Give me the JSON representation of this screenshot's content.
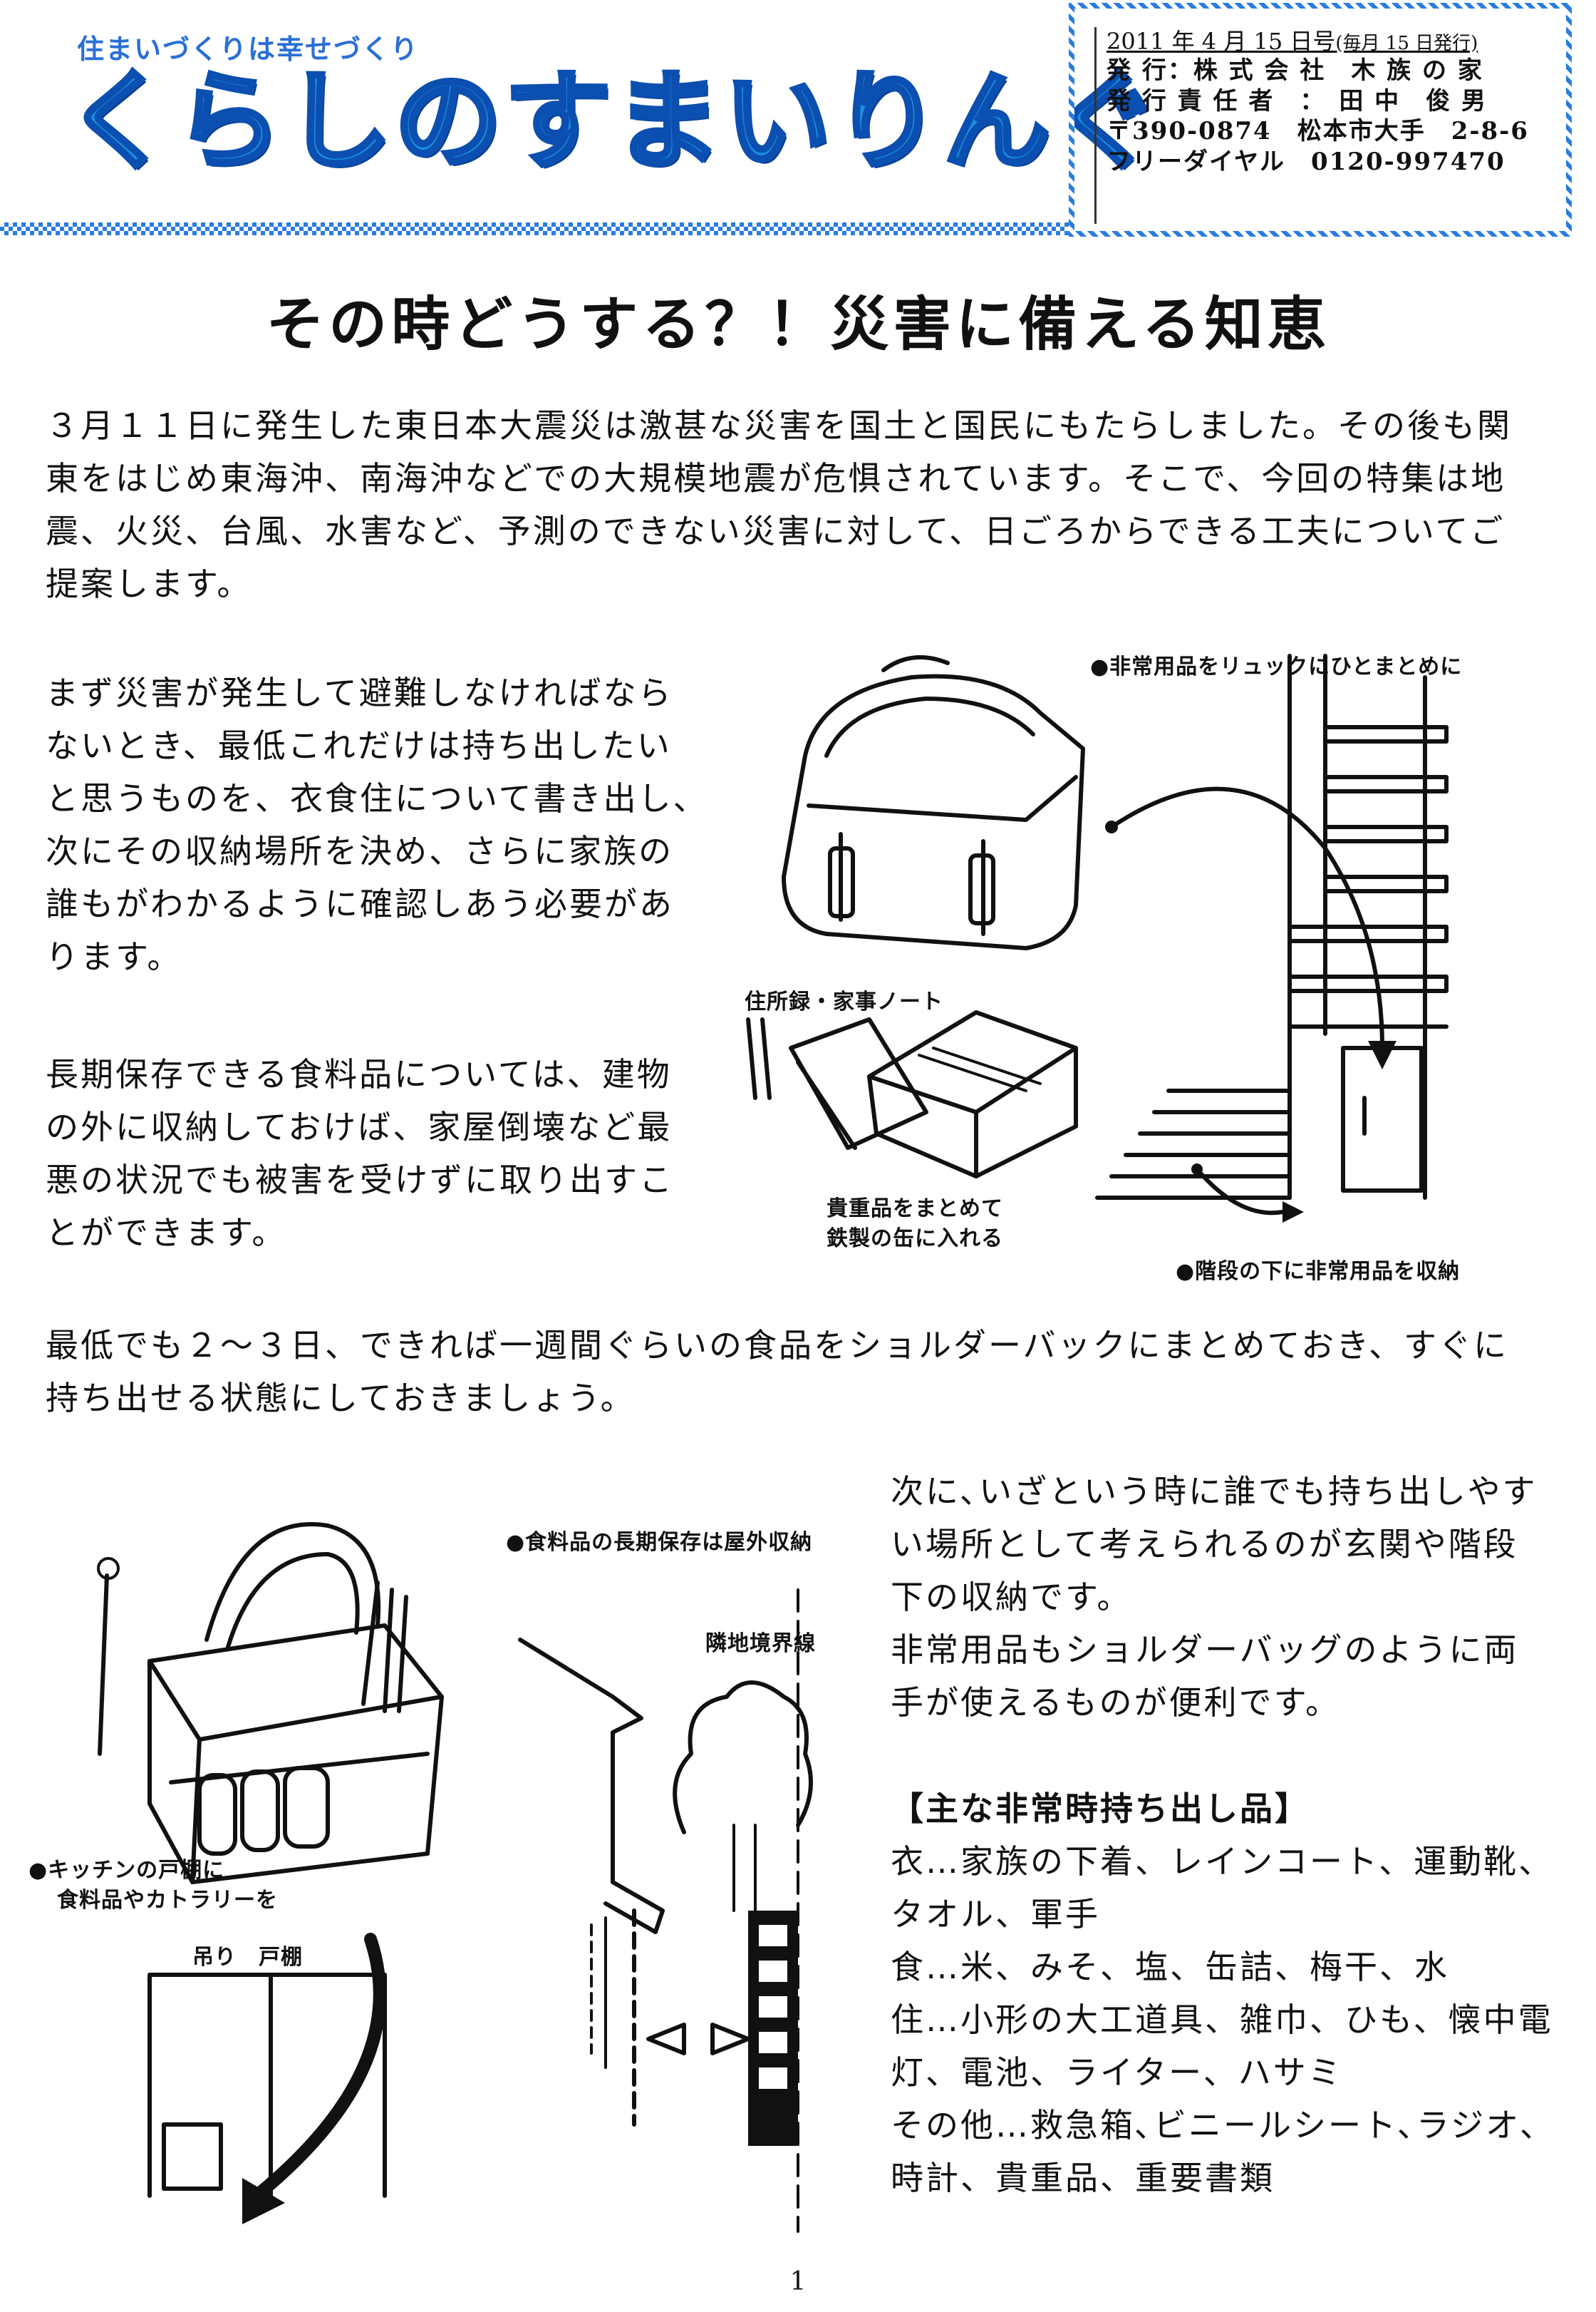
{
  "header": {
    "tagline": "住まいづくりは幸せづくり",
    "logo": "くらしのすまいりんぐ",
    "date": "2011 年 4 月 15 日号",
    "date_note": "(毎月 15 日発行)",
    "publisher": "発 行：株 式 会 社　木 族 の 家",
    "editor": "発 行 責 任 者　：　田 中　俊 男",
    "address": "〒390-0874　松本市大手　2-8-6",
    "freedial": "フリーダイヤル　0120-997470"
  },
  "title": "その時どうする？！災害に備える知恵",
  "intro": [
    "３月１１日に発生した東日本大震災は激甚な災害を国土と国民にもたらしました。その後も関",
    "東をはじめ東海沖、南海沖などでの大規模地震が危惧されています。そこで、今回の特集は地",
    "震、火災、台風、水害など、予測のできない災害に対して、日ごろからできる工夫についてご",
    "提案します。"
  ],
  "para1": [
    "まず災害が発生して避難しなければなら",
    "ないとき、最低これだけは持ち出したい",
    "と思うものを、衣食住について書き出し、",
    "次にその収納場所を決め、さらに家族の",
    "誰もがわかるように確認しあう必要があ",
    "ります。"
  ],
  "para2": [
    "長期保存できる食料品については、建物",
    "の外に収納しておけば、家屋倒壊など最",
    "悪の状況でも被害を受けずに取り出すこ",
    "とができます。"
  ],
  "para3": [
    "最低でも２～３日、できれば一週間ぐらいの食品をショルダーバックにまとめておき、すぐに",
    "持ち出せる状態にしておきましょう。"
  ],
  "para4": [
    "次に､いざという時に誰でも持ち出しやす",
    "い場所として考えられるのが玄関や階段",
    "下の収納です。",
    "非常用品もショルダーバッグのように両",
    "手が使えるものが便利です。"
  ],
  "list": {
    "heading": "【主な非常時持ち出し品】",
    "lines": [
      "衣…家族の下着、レインコート、運動靴、",
      "タオル、軍手",
      "食…米、みそ、塩、缶詰、梅干、水",
      "住…小形の大工道具、雑巾、ひも、懐中電",
      "灯、電池、ライター、ハサミ",
      "その他…救急箱､ビニールシート､ラジオ､",
      "時計、貴重品、重要書類"
    ]
  },
  "illustration1": {
    "caption_top": "●非常用品をリュックにひとまとめに",
    "caption_notebook": "住所録・家事ノート",
    "caption_valuables_1": "貴重品をまとめて",
    "caption_valuables_2": "鉄製の缶に入れる",
    "caption_stairs": "●階段の下に非常用品を収納"
  },
  "illustration2": {
    "caption_kitchen_1": "●キッチンの戸棚に",
    "caption_kitchen_2": "食料品やカトラリーを",
    "caption_cabinet": "吊り　戸棚",
    "caption_outdoor": "●食料品の長期保存は屋外収納",
    "caption_boundary": "隣地境界線"
  },
  "page_number": "1"
}
